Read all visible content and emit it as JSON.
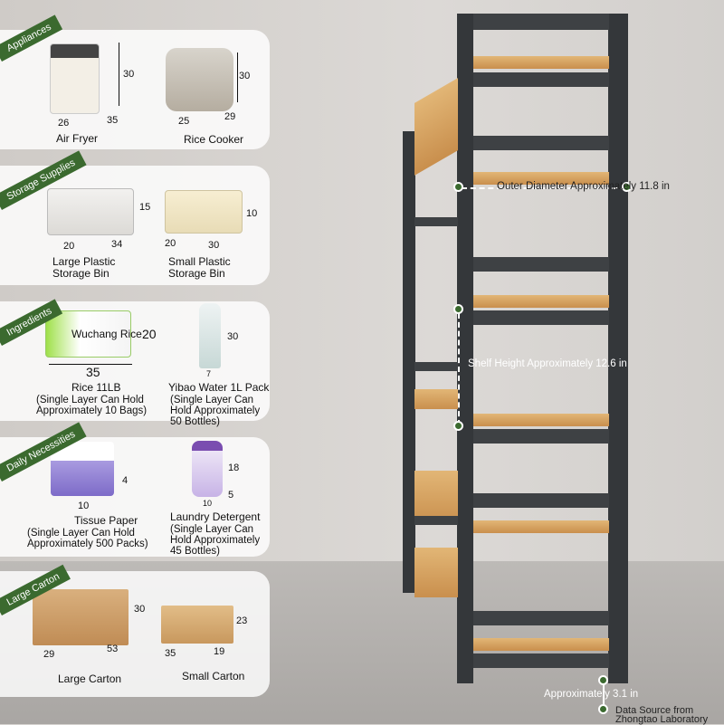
{
  "categories": [
    {
      "tag": "Appliances",
      "items": [
        {
          "name": "Air Fryer",
          "dims": [
            "30",
            "26",
            "35"
          ]
        },
        {
          "name": "Rice Cooker",
          "dims": [
            "30",
            "25",
            "29"
          ]
        }
      ]
    },
    {
      "tag": "Storage Supplies",
      "items": [
        {
          "name": "Large Plastic Storage Bin",
          "dims": [
            "15",
            "20",
            "34"
          ]
        },
        {
          "name": "Small Plastic Storage Bin",
          "dims": [
            "10",
            "20",
            "30"
          ]
        }
      ]
    },
    {
      "tag": "Ingredients",
      "items": [
        {
          "name": "Rice 11LB",
          "overlay": "Wuchang Rice",
          "note": "(Single Layer Can Hold Approximately 10 Bags)",
          "dims": [
            "20",
            "35"
          ]
        },
        {
          "name": "Yibao Water 1L Pack",
          "note": "(Single Layer Can Hold Approximately 50 Bottles)",
          "dims": [
            "30",
            "7"
          ]
        }
      ]
    },
    {
      "tag": "Daily Necessities",
      "items": [
        {
          "name": "Tissue Paper",
          "note": "(Single Layer Can Hold Approximately 500 Packs)",
          "dims": [
            "4",
            "10"
          ]
        },
        {
          "name": "Laundry Detergent",
          "note": "(Single Layer Can Hold Approximately 45 Bottles)",
          "dims": [
            "18",
            "5",
            "10"
          ]
        }
      ]
    },
    {
      "tag": "Large Carton",
      "items": [
        {
          "name": "Large Carton",
          "dims": [
            "30",
            "29",
            "53"
          ]
        },
        {
          "name": "Small Carton",
          "dims": [
            "23",
            "35",
            "19"
          ]
        }
      ]
    }
  ],
  "annotations": {
    "outer_diameter": "Outer Diameter Approximately 11.8 in",
    "shelf_height": "Shelf Height Approximately 12.6 in",
    "foot_height": "Approximately 3.1 in",
    "source": "Data Source from Zhongtao Laboratory"
  },
  "colors": {
    "accent": "#3b6a2f"
  }
}
